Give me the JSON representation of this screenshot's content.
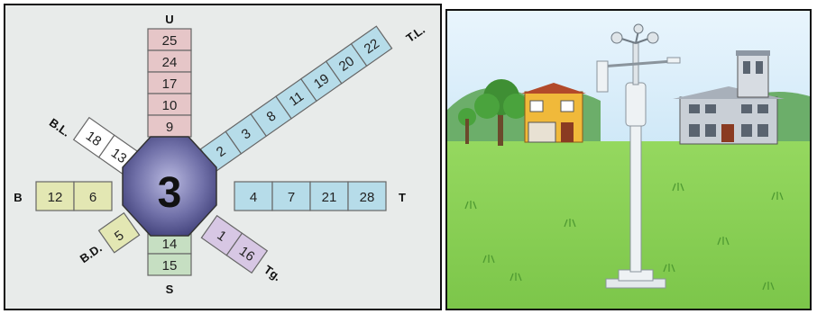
{
  "diagram": {
    "center": "3",
    "directions": {
      "north": "U",
      "northeast": "T.L.",
      "east": "T",
      "southeast": "Tg.",
      "south": "S",
      "southwest": "B.D.",
      "west": "B",
      "northwest": "B.L."
    },
    "arms": {
      "north": [
        "25",
        "24",
        "17",
        "10",
        "9"
      ],
      "northeast": [
        "2",
        "3",
        "8",
        "11",
        "19",
        "20",
        "22"
      ],
      "east": [
        "4",
        "7",
        "21",
        "28"
      ],
      "southeast": [
        "1",
        "16"
      ],
      "south": [
        "14",
        "15"
      ],
      "southwest": [
        "5"
      ],
      "west": [
        "12",
        "6"
      ],
      "northwest": [
        "13",
        "18"
      ]
    },
    "colors": {
      "north": "#e6c6c8",
      "northeast": "#b6dce9",
      "east": "#b6dce9",
      "southeast": "#d7c7e4",
      "south": "#c6dfc2",
      "southwest": "#e3e7b3",
      "west": "#e3e7b3",
      "northwest": "#ffffff",
      "center": "#6f6fa8"
    }
  },
  "scene": {
    "sky": "#cfe8f7",
    "grass": "#8bd255",
    "pole": "#eef2f4",
    "house_yellow": "#f0b93a",
    "house_grey": "#c9cfd6"
  }
}
